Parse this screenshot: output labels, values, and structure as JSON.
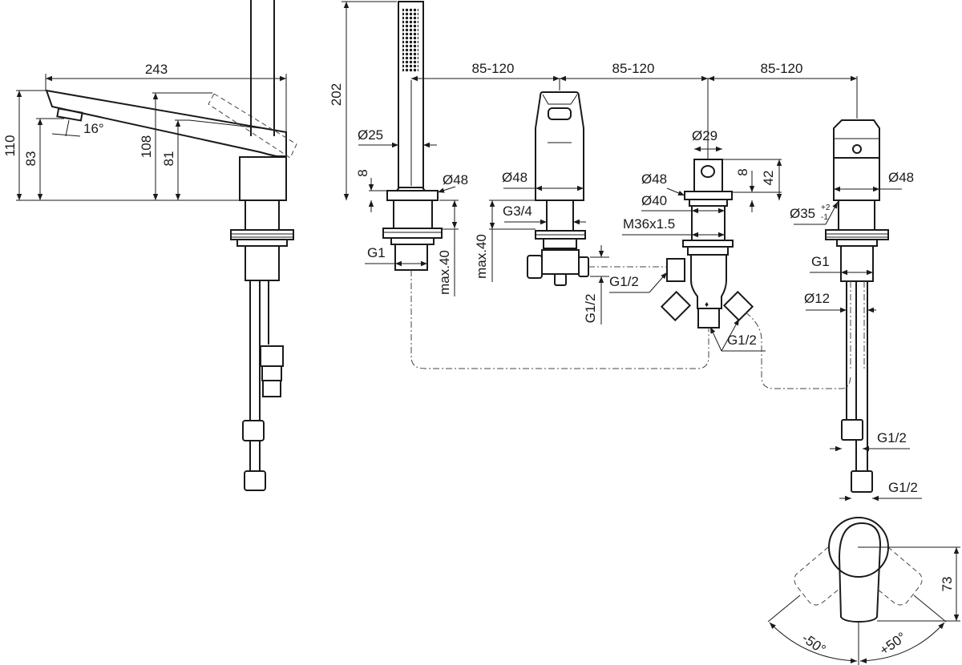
{
  "drawing": {
    "side_view": {
      "overall_length": "243",
      "heights": [
        "110",
        "83",
        "108",
        "81"
      ],
      "spout_angle": "16°"
    },
    "hand_shower": {
      "height": "202",
      "diameter": "Ø25",
      "flange_height": "8",
      "flange_diameter": "Ø48",
      "thread": "G1",
      "max_deck": "max.40"
    },
    "spacing": [
      "85-120",
      "85-120",
      "85-120"
    ],
    "spout": {
      "diameter": "Ø48",
      "thread": "G3/4",
      "max_deck": "max.40",
      "outlet_thread_h": "G1/2",
      "outlet_thread_v": "G1/2"
    },
    "diverter": {
      "knob_diameter": "Ø29",
      "flange_height": "8",
      "height": "42",
      "flange_diameter": "Ø48",
      "body_diameter": "Ø40",
      "thread": "M36x1.5",
      "inlet_thread": "G1/2",
      "outlet_thread": "G1/2"
    },
    "mixer": {
      "diameter": "Ø48",
      "hole_diameter": "Ø35",
      "hole_tol_upper": "+2",
      "hole_tol_lower": "-1",
      "thread": "G1",
      "hose_diameter": "Ø12",
      "hose_thread_1": "G1/2",
      "hose_thread_2": "G1/2"
    },
    "lever_top_view": {
      "depth": "73",
      "angle_left": "-50°",
      "angle_right": "+50°"
    }
  }
}
